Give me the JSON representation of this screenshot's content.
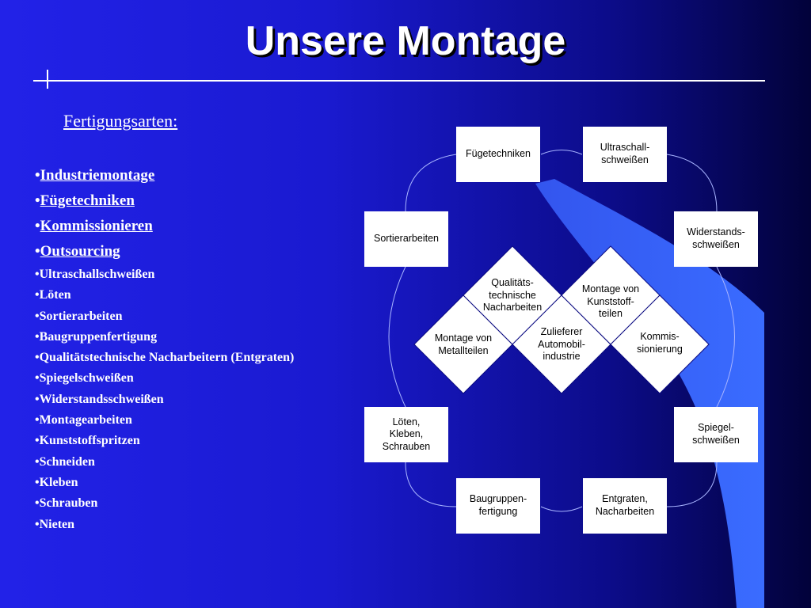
{
  "slide": {
    "title": "Unsere Montage",
    "subtitle": "Fertigungsarten:"
  },
  "bullets_main": [
    "Industriemontage",
    "Fügetechniken",
    "Kommissionieren",
    "Outsourcing"
  ],
  "bullets_sub": [
    "Ultraschallschweißen",
    "Löten",
    "Sortierarbeiten",
    "Baugruppenfertigung",
    "Qualitätstechnische Nacharbeitern (Entgraten)",
    "Spiegelschweißen",
    "Widerstandsschweißen",
    "Montagearbeiten",
    "Kunststoffspritzen",
    "Schneiden",
    "Kleben",
    "Schrauben",
    "Nieten"
  ],
  "diagram": {
    "boxes": {
      "fuegetechniken": "Fügetechniken",
      "ultraschall": "Ultraschall-\nschweißen",
      "sortierarbeiten": "Sortierarbeiten",
      "widerstand": "Widerstands-\nschweißen",
      "loeten": "Löten,\nKleben,\nSchrauben",
      "spiegel": "Spiegel-\nschweißen",
      "baugruppen": "Baugruppen-\nfertigung",
      "entgraten": "Entgraten,\nNacharbeiten"
    },
    "diamonds": {
      "metall": "Montage von\nMetallteilen",
      "qualitaet": "Qualitäts-\ntechnische\nNacharbeiten",
      "zulieferer": "Zulieferer\nAutomobil-\nindustrie",
      "kunststoff": "Montage von\nKunststoff-\nteilen",
      "kommis": "Kommis-\nsionierung"
    }
  },
  "colors": {
    "background_left": "#2222e8",
    "background_right": "#02023a",
    "accent_band": "#3366ff",
    "text": "#ffffff"
  }
}
